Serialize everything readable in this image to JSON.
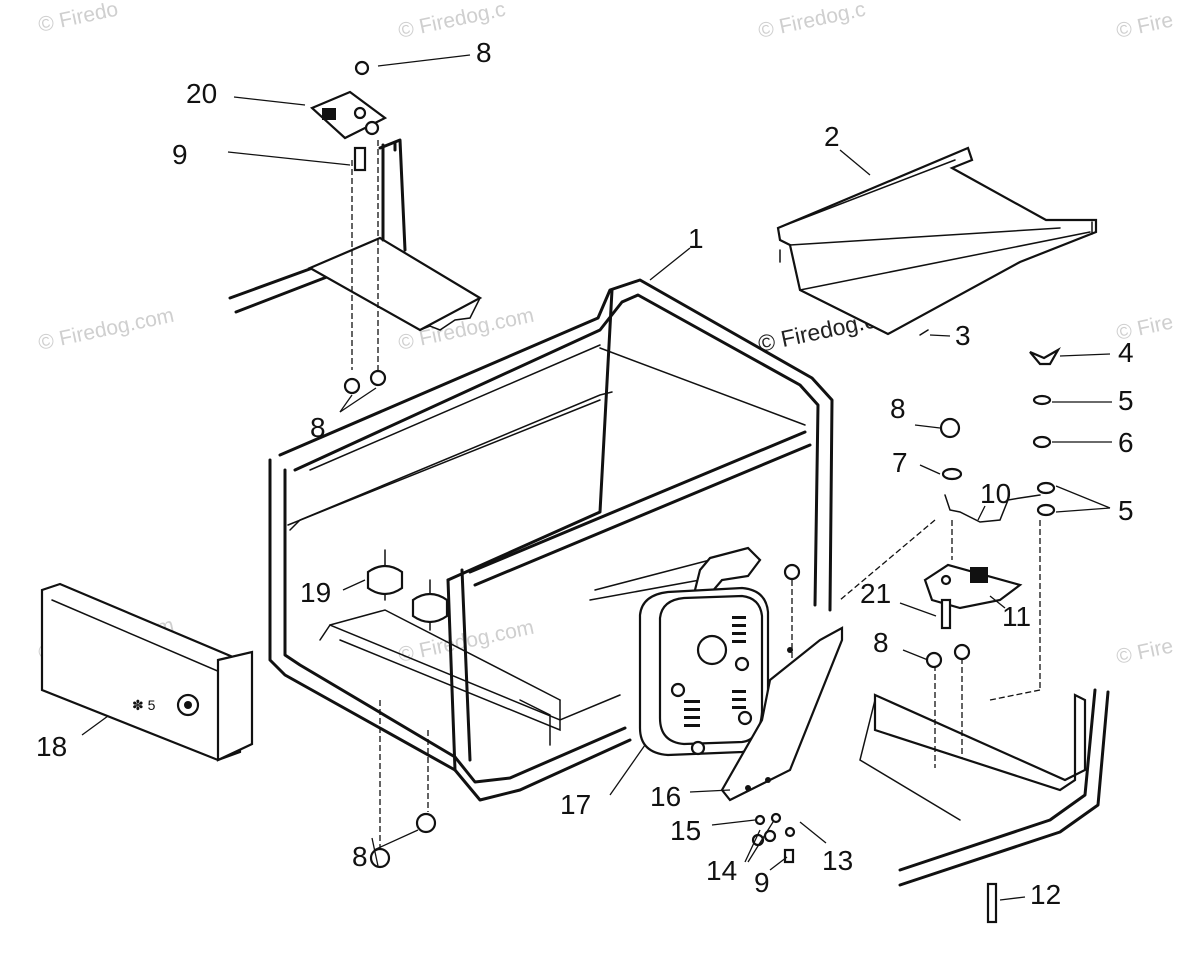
{
  "watermark": "© Firedog.com",
  "watermark_clipped": {
    "top_left": "© Firedo",
    "top_mid": "© Firedog.c",
    "top_center": "© Firedog.c",
    "top_right": "© Fire",
    "right": "© Fire"
  },
  "callouts": {
    "frame": "1",
    "top_cover": "2",
    "cover_screw": "3",
    "wing_nut": "4",
    "washer_upper": "5",
    "lock_washer": "6",
    "washer_ground": "7",
    "nut_top_left": "8",
    "nut_left_bottom": "8",
    "nut_mid_right": "8",
    "nut_right_lower": "8",
    "nut_bottom": "8",
    "bolt_top_left": "9",
    "bolt_bottom": "9",
    "ground_wire": "10",
    "ground_bracket": "11",
    "long_bolt": "12",
    "spacer": "13",
    "small_bolt": "14",
    "washer_small": "15",
    "muffler_bracket": "16",
    "muffler": "17",
    "control_panel": "18",
    "rubber_mount": "19",
    "mount_bracket": "20",
    "ground_bolt": "21",
    "washer_lower": "5"
  }
}
